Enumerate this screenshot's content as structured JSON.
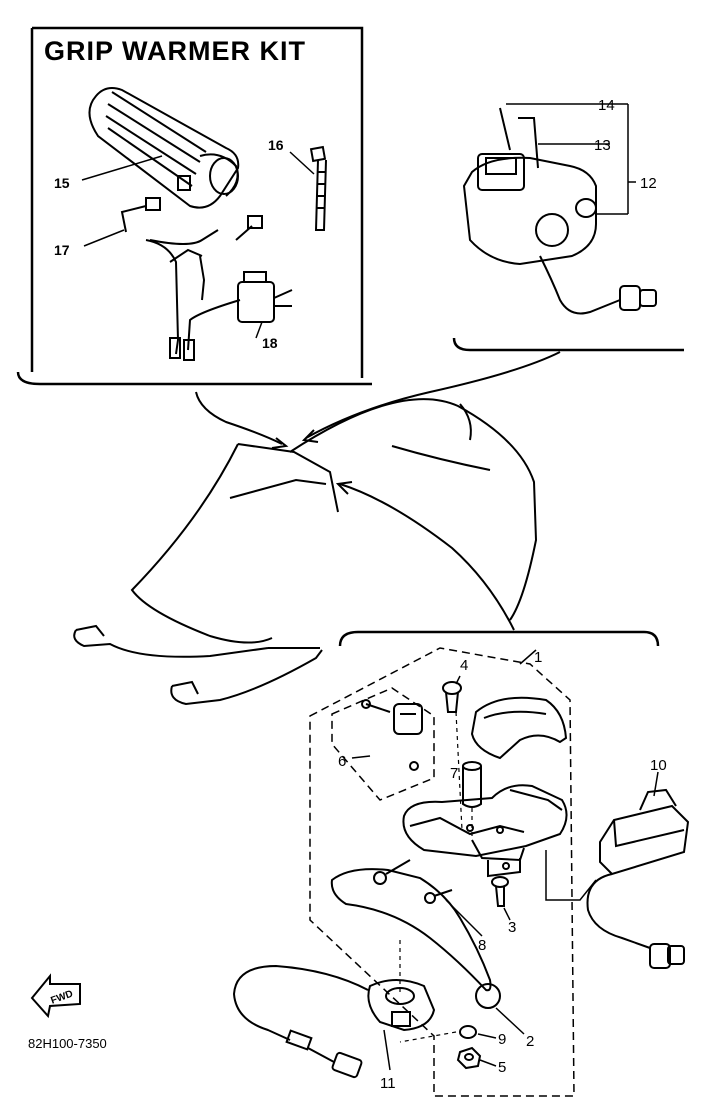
{
  "kit_title": "GRIP WARMER KIT",
  "part_numbers": {
    "p1": "1",
    "p2": "2",
    "p3": "3",
    "p4": "4",
    "p5": "5",
    "p6": "6",
    "p7": "7",
    "p8": "8",
    "p9": "9",
    "p10": "10",
    "p11": "11",
    "p12": "12",
    "p13": "13",
    "p14": "14",
    "p15": "15",
    "p16": "16",
    "p17": "17",
    "p18": "18"
  },
  "fwd_label": "FWD",
  "reference_code": "82H100-7350",
  "colors": {
    "ink": "#000000",
    "paper": "#ffffff"
  }
}
